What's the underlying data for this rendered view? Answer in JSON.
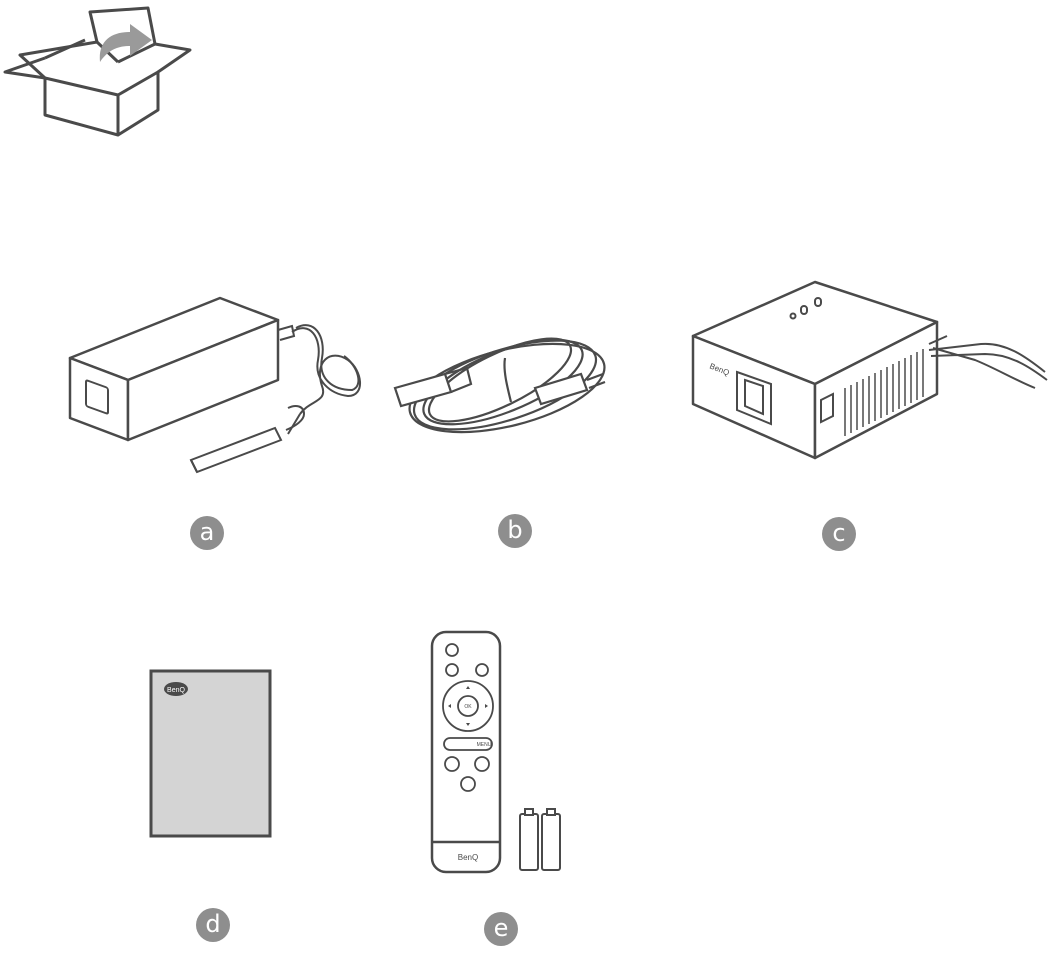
{
  "items": [
    {
      "id": "a",
      "label": "a",
      "icon": "power-adapter-icon"
    },
    {
      "id": "b",
      "label": "b",
      "icon": "power-cord-icon"
    },
    {
      "id": "c",
      "label": "c",
      "icon": "projector-icon"
    },
    {
      "id": "d",
      "label": "d",
      "icon": "booklet-icon"
    },
    {
      "id": "e",
      "label": "e",
      "icon": "remote-control-and-batteries-icon"
    }
  ],
  "header": {
    "icon": "open-box-unpack-icon"
  },
  "brand": {
    "logo": "BenQ"
  },
  "remote": {
    "ok_label": "OK",
    "menu_label": "MENU"
  },
  "colors": {
    "line": "#4a4a4a",
    "badge": "#8e8e8e",
    "booklet_fill": "#d4d4d4"
  }
}
